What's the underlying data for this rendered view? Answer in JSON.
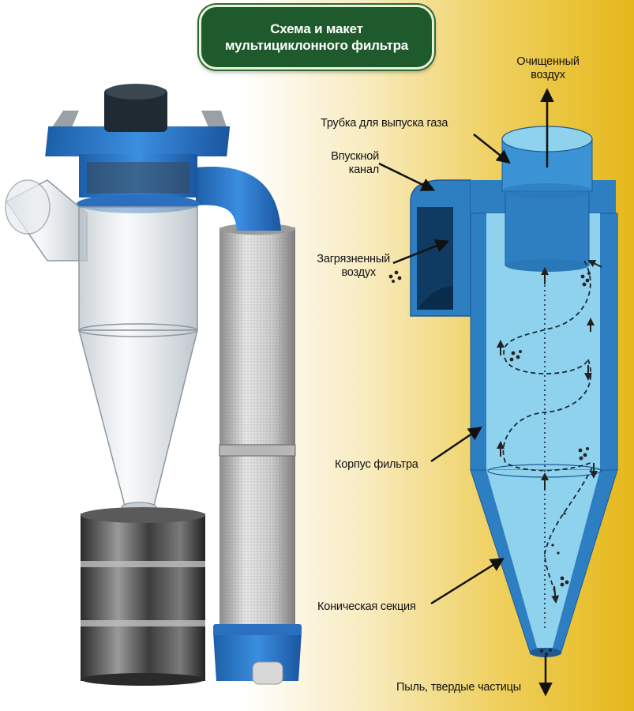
{
  "title": {
    "line1": "Схема и макет",
    "line2": "мультициклонного фильтра"
  },
  "labels": {
    "clean_air_1": "Очищенный",
    "clean_air_2": "воздух",
    "gas_outlet": "Трубка для выпуска газа",
    "inlet_1": "Впускной",
    "inlet_2": "канал",
    "dirty_air_1": "Загрязненный",
    "dirty_air_2": "воздух",
    "body": "Корпус фильтра",
    "cone": "Коническая секция",
    "dust": "Пыль, твердые частицы"
  },
  "colors": {
    "title_bg": "#1f5a2c",
    "cyclone_blue": "#2d7fc2",
    "cyclone_light": "#8fd2ee",
    "background_gold": "#e8bd1d"
  }
}
